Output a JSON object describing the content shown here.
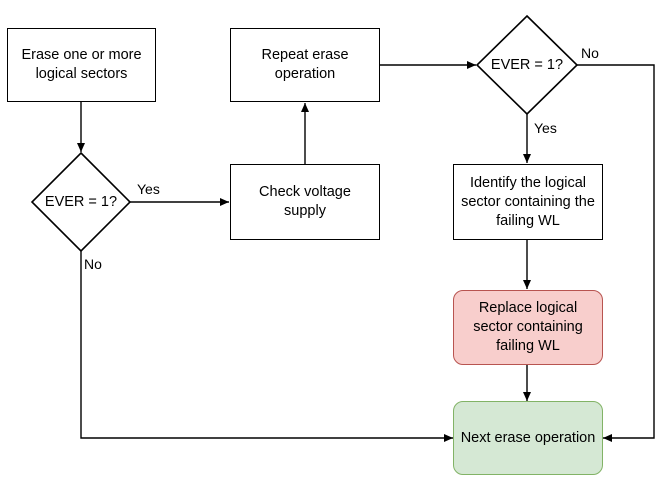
{
  "nodes": {
    "erase_sectors": "Erase one or more logical sectors",
    "decision_left": "EVER = 1?",
    "check_voltage": "Check voltage supply",
    "repeat_erase": "Repeat erase operation",
    "decision_right": "EVER = 1?",
    "identify_sector": "Identify the logical sector containing the failing WL",
    "replace_sector": "Replace logical sector containing failing WL",
    "next_erase": "Next erase operation"
  },
  "edge_labels": {
    "left_yes": "Yes",
    "left_no": "No",
    "right_yes": "Yes",
    "right_no": "No"
  },
  "colors": {
    "line": "#000000",
    "replace_fill": "#f8cecc",
    "replace_border": "#b85450",
    "next_fill": "#d5e8d4",
    "next_border": "#82b366"
  }
}
